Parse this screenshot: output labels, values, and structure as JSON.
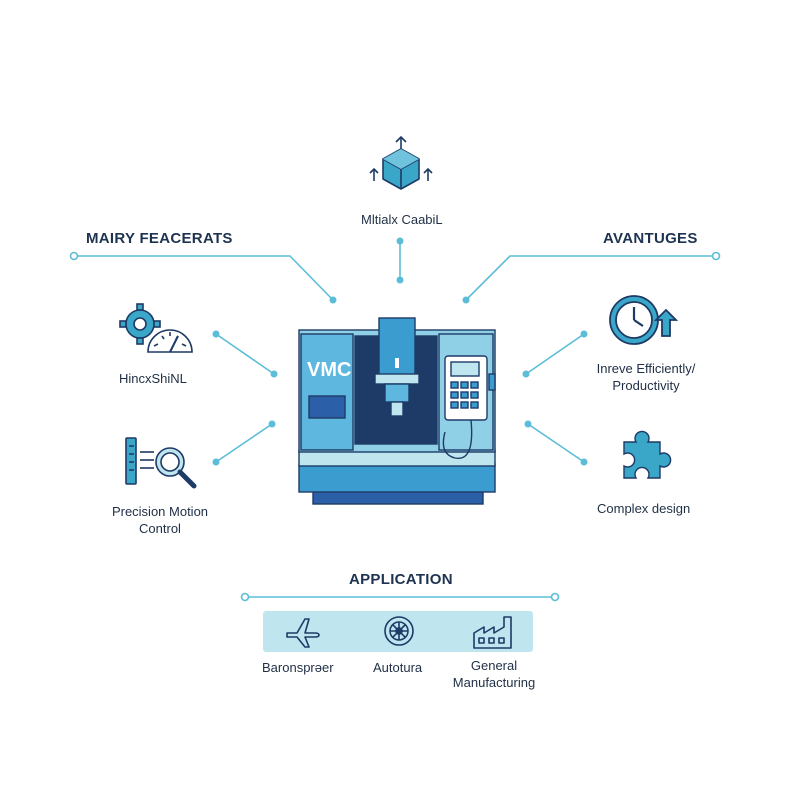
{
  "colors": {
    "accent": "#3aa7c9",
    "dark_blue": "#1e3a66",
    "machine_light": "#8fd0e6",
    "machine_blue": "#3b9ccf",
    "app_bar": "#bfe6ef"
  },
  "sections": {
    "main_features": "MAIRY FEACERATS",
    "advantages": "AVANTUGES",
    "application": "APPLICATION"
  },
  "center": {
    "machine_label": "VMC"
  },
  "features": [
    {
      "label": "Mltialx CaabiL",
      "icon": "cube-arrows-icon"
    },
    {
      "label": "HincxShiNL",
      "icon": "gear-gauge-icon"
    },
    {
      "label_lines": [
        "Precision Motion",
        "Control"
      ],
      "icon": "ruler-magnifier-icon"
    }
  ],
  "advantages": [
    {
      "label_lines": [
        "Inreve Efficiently/",
        "Productivity"
      ],
      "icon": "clock-arrow-up-icon"
    },
    {
      "label": "Complex design",
      "icon": "puzzle-piece-icon"
    }
  ],
  "applications": [
    {
      "label": "Baronsprəer",
      "icon": "airplane-icon"
    },
    {
      "label": "Autotura",
      "icon": "wheel-icon"
    },
    {
      "label_lines": [
        "General",
        "Manufacturing"
      ],
      "icon": "factory-icon"
    }
  ]
}
